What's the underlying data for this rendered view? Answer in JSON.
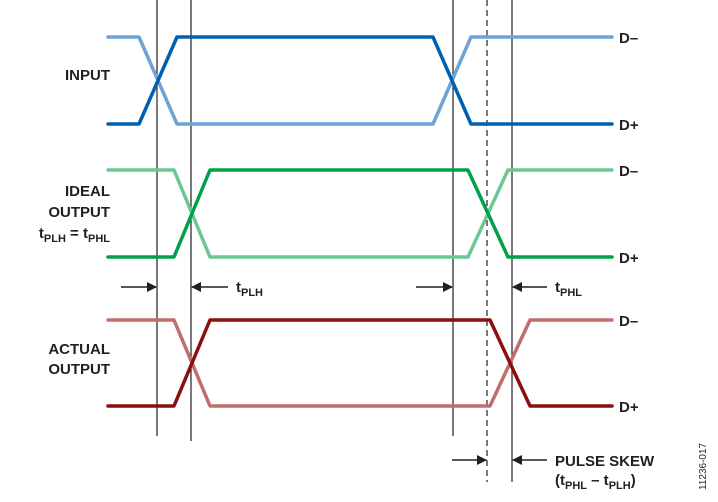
{
  "colors": {
    "input_dminus": "#6fa3d5",
    "input_dplus": "#0060af",
    "ideal_dminus": "#6cc893",
    "ideal_dplus": "#00a14b",
    "actual_dminus": "#c06e6b",
    "actual_dplus": "#8b0f0f"
  },
  "groups": {
    "input": {
      "label": "INPUT",
      "dminus": "D–",
      "dplus": "D+"
    },
    "ideal": {
      "label_1": "IDEAL",
      "label_2": "OUTPUT",
      "t": "t",
      "plh": "PLH",
      "eq": " = ",
      "phl": "PHL",
      "dminus": "D–",
      "dplus": "D+"
    },
    "actual": {
      "label_1": "ACTUAL",
      "label_2": "OUTPUT",
      "dminus": "D–",
      "dplus": "D+"
    }
  },
  "annotations": {
    "t": "t",
    "tplh_sub": "PLH",
    "tphl_sub": "PHL",
    "pulse_skew": "PULSE SKEW",
    "formula_open": "(t",
    "formula_phl": "PHL",
    "formula_minus": " – t",
    "formula_plh": "PLH",
    "formula_close": ")"
  },
  "figure_id": "11236-017"
}
